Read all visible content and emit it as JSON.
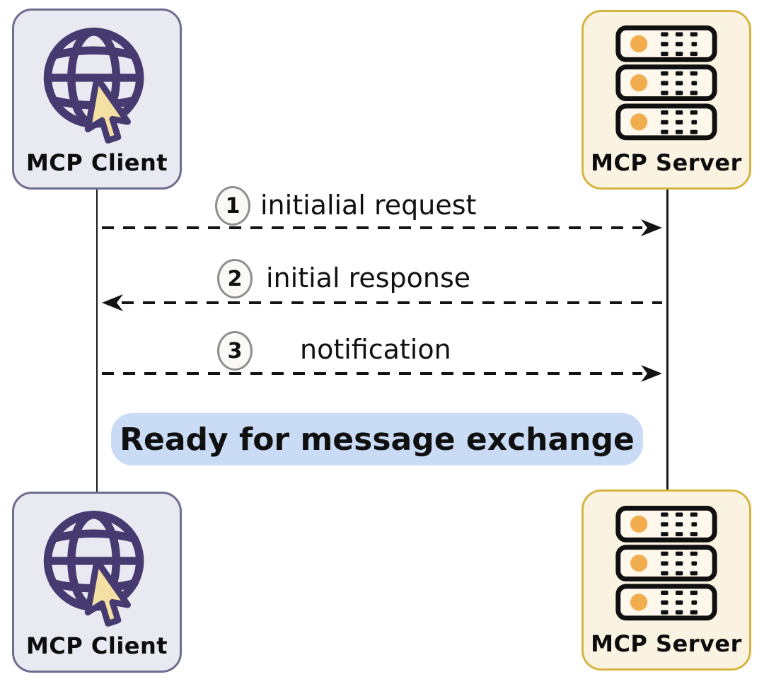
{
  "nodes": {
    "client_top": {
      "label": "MCP Client",
      "icon": "globe-cursor-icon"
    },
    "server_top": {
      "label": "MCP Server",
      "icon": "server-rack-icon"
    },
    "client_bottom": {
      "label": "MCP Client",
      "icon": "globe-cursor-icon"
    },
    "server_bottom": {
      "label": "MCP Server",
      "icon": "server-rack-icon"
    }
  },
  "messages": [
    {
      "number": "1",
      "label": "initialial request",
      "from": "MCP Client",
      "to": "MCP Server",
      "direction": "right"
    },
    {
      "number": "2",
      "label": "initial response",
      "from": "MCP Server",
      "to": "MCP Client",
      "direction": "left"
    },
    {
      "number": "3",
      "label": "notification",
      "from": "MCP Client",
      "to": "MCP Server",
      "direction": "right"
    }
  ],
  "banner": {
    "label": "Ready for message exchange"
  },
  "colors": {
    "client_box_bg": "#e9e9f1",
    "client_box_border": "#6d6d8f",
    "globe_purple": "#463a71",
    "cursor_cream": "#f3e0a2",
    "server_box_bg": "#fbf3e2",
    "server_box_border": "#d6b440",
    "server_led_orange": "#f2ae4e",
    "server_unit_fill": "#fdf7ec",
    "banner_bg": "#cadcf5",
    "arrow_black": "#141414",
    "number_circle_border": "#8e8e8e"
  }
}
